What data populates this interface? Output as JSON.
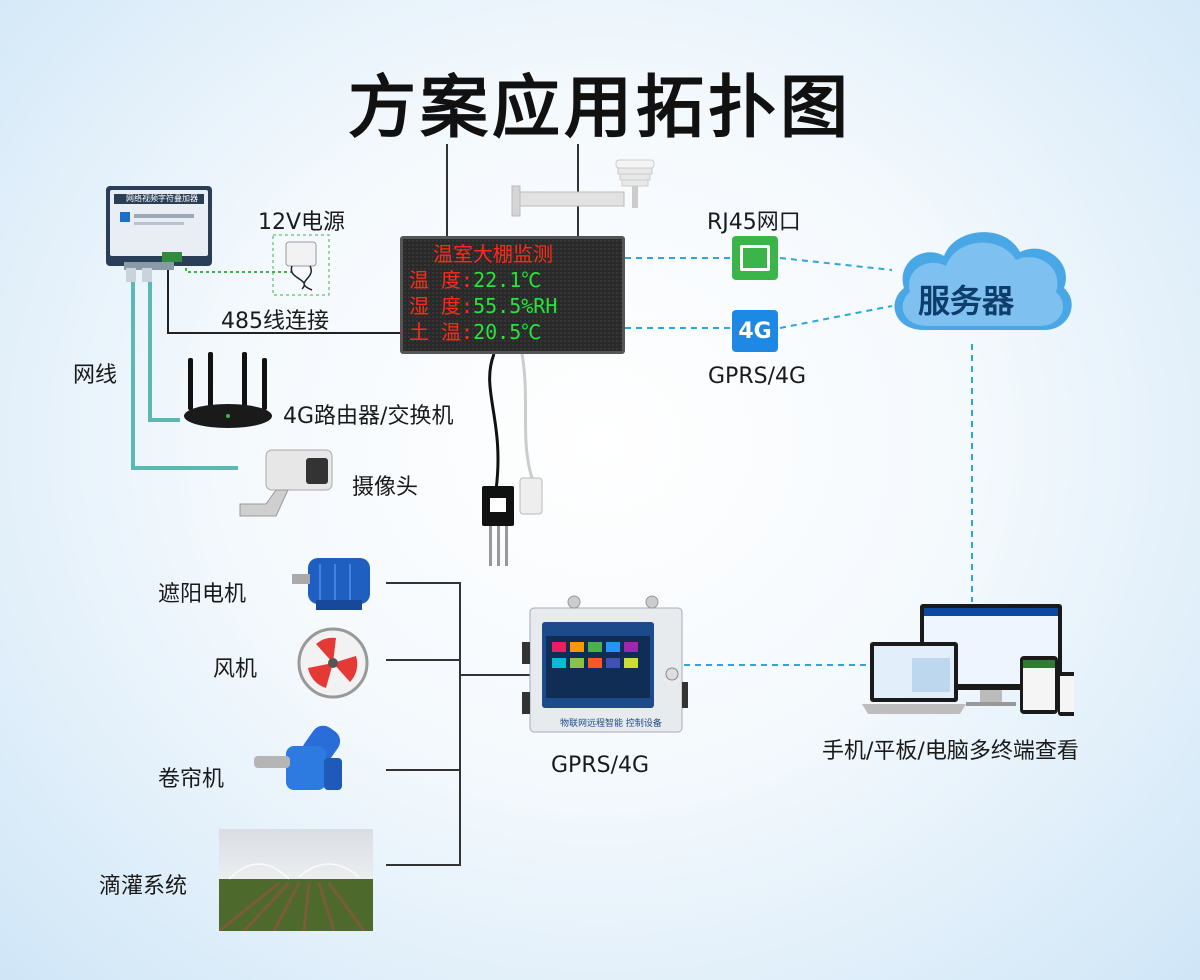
{
  "title": "方案应用拓扑图",
  "labels": {
    "power": "12V电源",
    "rs485": "485线连接",
    "network_cable": "网线",
    "router": "4G路由器/交换机",
    "camera": "摄像头",
    "rj45": "RJ45网口",
    "gprs_top": "GPRS/4G",
    "gprs_bottom": "GPRS/4G",
    "badge_4g": "4G",
    "server": "服务器",
    "shade_motor": "遮阳电机",
    "fan": "风机",
    "curtain": "卷帘机",
    "drip": "滴灌系统",
    "terminals": "手机/平板/电脑多终端查看"
  },
  "display": {
    "title": "温室大棚监测",
    "rows": [
      {
        "label": "温  度:",
        "value": "22.1℃"
      },
      {
        "label": "湿  度:",
        "value": "55.5%RH"
      },
      {
        "label": "土  温:",
        "value": "20.5℃"
      }
    ]
  },
  "device_texts": {
    "overlay_box": "网络视频字符叠加器",
    "controller_screen": "物联网远程智能 控制设备"
  },
  "colors": {
    "dashed_link": "#2aa8d8",
    "network_cable": "#5cb8b2",
    "cloud": "#4aa7e6",
    "rj45_green": "#3bb54a",
    "badge_blue": "#1e88e5"
  }
}
